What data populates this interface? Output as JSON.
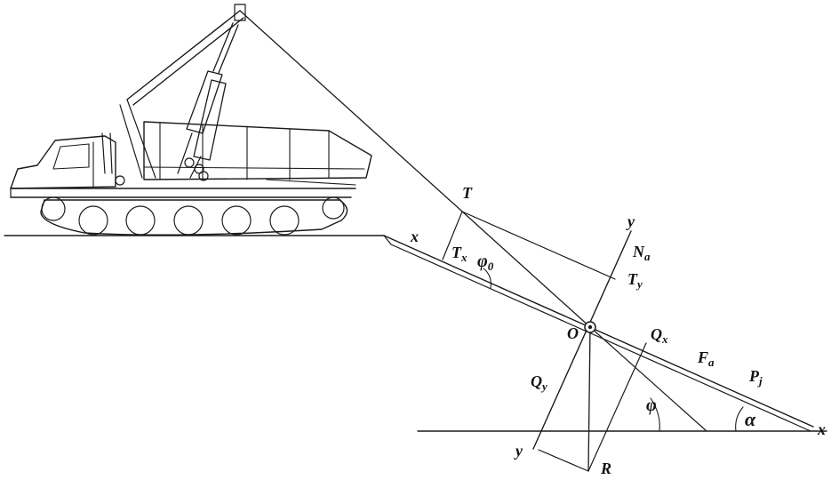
{
  "labels": {
    "T": "T",
    "Tx": "T",
    "Tx_sub": "x",
    "phi0": "φ",
    "phi0_sub": "0",
    "y_top": "y",
    "Na": "N",
    "Na_sub": "a",
    "Ty": "T",
    "Ty_sub": "y",
    "x_left": "x",
    "O": "O",
    "Qx": "Q",
    "Qx_sub": "x",
    "Fa": "F",
    "Fa_sub": "a",
    "Pj": "P",
    "Pj_sub": "j",
    "Qy": "Q",
    "Qy_sub": "y",
    "phi": "φ",
    "alpha": "α",
    "x_right": "x",
    "y_bottom": "y",
    "R": "R"
  }
}
